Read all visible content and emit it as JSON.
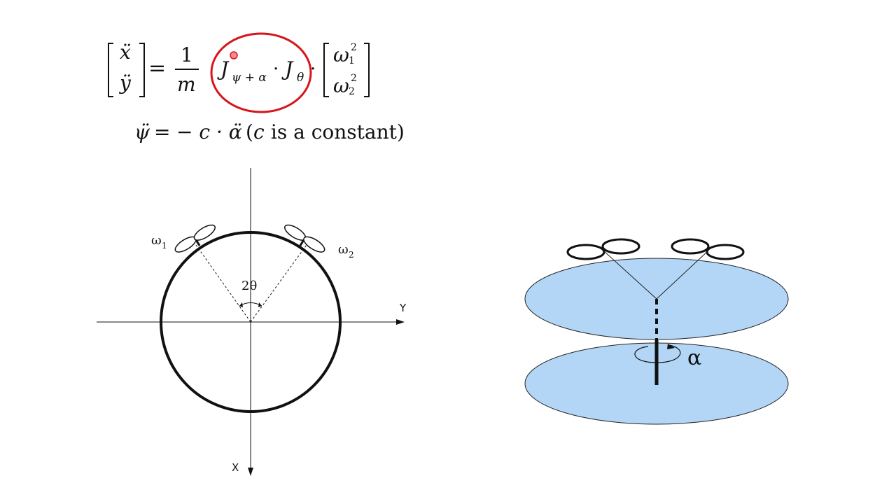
{
  "equation1": {
    "vec_left_top": "ẍ",
    "vec_left_bottom": "ÿ",
    "equals": "=",
    "frac_num": "1",
    "frac_den": "m",
    "J1": "J",
    "J1_sub": "ψ + α",
    "dot": "·",
    "J2": "J",
    "J2_sub": "θ",
    "dot2": "·",
    "vec_right_top": "ω",
    "vec_right_top_sub": "1",
    "vec_right_top_sup": "2",
    "vec_right_bottom": "ω",
    "vec_right_bottom_sub": "2",
    "vec_right_bottom_sup": "2"
  },
  "equation2": {
    "lhs": "ψ̈",
    "equals": "=",
    "rhs": "− c · α̈",
    "note_open": "(",
    "note_c": "c",
    "note_text": " is a constant)"
  },
  "diagram_left": {
    "omega1_label": "ω",
    "omega1_sub": "1",
    "omega2_label": "ω",
    "omega2_sub": "2",
    "angle_label": "2θ",
    "y_axis_label": "Y",
    "x_axis_label": "X"
  },
  "diagram_right": {
    "alpha_label": "α"
  },
  "colors": {
    "highlight": "#d8141b",
    "disk_fill": "#b3d6f7",
    "ink": "#111111"
  }
}
